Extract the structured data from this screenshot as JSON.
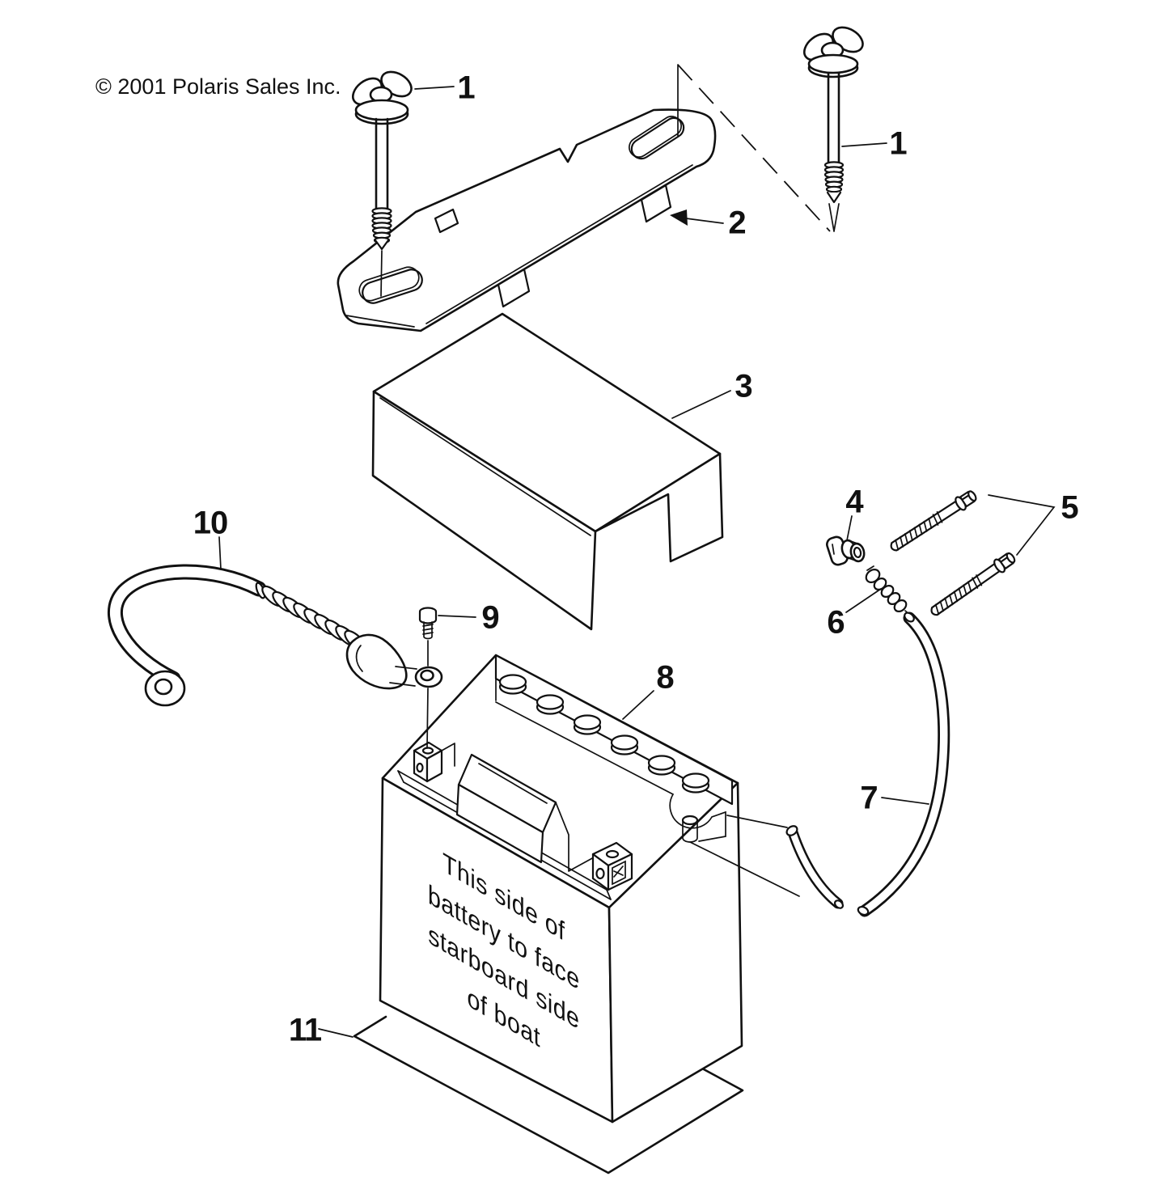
{
  "copyright": "© 2001 Polaris Sales Inc.",
  "battery_label": {
    "lines": [
      "This side of",
      "battery to face",
      "starboard side",
      "of boat"
    ]
  },
  "callouts": {
    "wing_bolt_left": "1",
    "wing_bolt_right": "1",
    "bracket": "2",
    "cover": "3",
    "clamp": "4",
    "screws": "5",
    "fitting": "6",
    "vent_tube": "7",
    "battery": "8",
    "terminal_bolt": "9",
    "battery_cable": "10",
    "tray": "11"
  },
  "colors": {
    "ink": "#111111",
    "paper": "#ffffff"
  }
}
